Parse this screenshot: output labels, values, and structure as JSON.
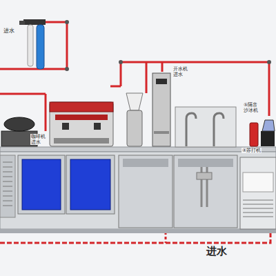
{
  "diagram": {
    "labels": [
      "进水",
      "开水机 进水",
      "咖啡机 进水",
      "⑤隔音 沙冰机",
      "④苏打机",
      "进水"
    ]
  }
}
